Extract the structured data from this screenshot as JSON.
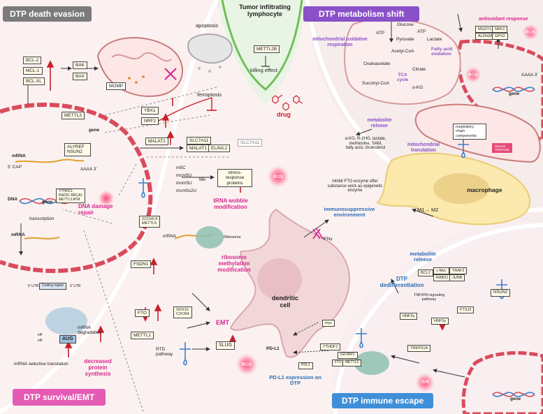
{
  "headers": {
    "death_evasion": "DTP death evasion",
    "metabolism_shift": "DTP metabolism shift",
    "survival_emt": "DTP survival/EMT",
    "immune_escape": "DTP immune escape"
  },
  "colors": {
    "header_gray": "#7b7b7b",
    "header_purple": "#8a50c8",
    "header_pink": "#e45bb3",
    "header_blue": "#3f8fd8",
    "accent_pink": "#d6268c",
    "accent_blue": "#2b6cb8",
    "arrow_red": "#c8202a",
    "ros_glow": "#ff5a8a"
  },
  "death_evasion": {
    "bcl_boxes": [
      "BCL-2",
      "MCL-1",
      "BCL-XL"
    ],
    "bak_bax": [
      "BAK",
      "BAX"
    ],
    "momp": "MOMP",
    "apoptosis": "apoptosis",
    "ferroptosis": "ferroptosis"
  },
  "tumor": {
    "title": "Tumor infiltrating lymphocyte",
    "mettl2b": "METTL2B",
    "killing": "killing effect",
    "drug": "drug"
  },
  "nucleus": {
    "mettl3": "METTL3",
    "gene": "gene",
    "alyref": "ALYREF",
    "nsun2": "NSUN2",
    "ybx1": "YBX1",
    "nrf2": "NRF2",
    "malat1": "MALAT1",
    "slc7a11": "SLC7A11",
    "malat1_b": "MALAT1",
    "elavl1": "ELAVL1",
    "slc7a11_ext": "SLC7A11",
    "mrna": "mRNA",
    "cap": "5' CAP",
    "aaaa": "AAAA 3'",
    "dna": "DNA",
    "repair_boxes": "YTHDC1\nRAD51 BRCA1\nMETTL3 ATM",
    "dna_repair": "DNA damage repair",
    "transcription": "transcription",
    "mrna2": "mRNA"
  },
  "trna": {
    "mods": [
      "m5C",
      "mcm5U",
      "mnm5U",
      "mcm5s2U"
    ],
    "me": "Me",
    "stress": "stress-response proteins",
    "label": "tRNA wobble modification",
    "ros": "ROS"
  },
  "ribosome": {
    "boxes": "ZCCHC4\nMETTL5",
    "mrna": "mRNA",
    "ribosome": "Ribosome",
    "label": "ribosome methylation modification"
  },
  "translation": {
    "utr5": "5' UTR",
    "coding": "Coding region",
    "utr3": "3' UTR",
    "eif": "eIF",
    "eif2": "eIF",
    "aug": "AUG",
    "degradation": "mRNA degradation",
    "selective": "mRNA selective translation",
    "decreased": "decreased protein synthesis"
  },
  "emt": {
    "fsdn1": "FSDN1",
    "fto": "FTO",
    "sox10": "SOX10\nCXCR4",
    "mettl1": "METTL1",
    "rtd": "RTD pathway",
    "slug": "SLUG",
    "emt": "EMT",
    "ros": "ROS"
  },
  "metabolism": {
    "glucose": "Glucose",
    "atp1": "ATP",
    "atp2": "ATP",
    "pyruvate": "Pyruvate",
    "lactate": "Lactate",
    "acetyl": "Acetyl-CoA",
    "fatty": "Fatty acid oxidation",
    "oxaloacetate": "Oxaloacetate",
    "citrate": "Citrate",
    "tca": "TCA cycle",
    "succinyl": "Succinyl-CoA",
    "akg": "α-KG",
    "mito_resp": "mitochondrial oxidative respiration",
    "antioxidant": "antioxidant response",
    "mgst1": "MGST1",
    "nrf2": "NRF2",
    "aldh3a1": "ALDH3A1",
    "gpx2": "GPX2",
    "ros1": "ROS",
    "ros2": "ROS",
    "gene": "gene",
    "aaaa": "AAAA 3'",
    "respiratory": "respiratory chain components",
    "mito_trans": "mitochondrial translation",
    "mito_labels": "NSUN4\nTRMT61B",
    "metabolite_release": "metabolite release",
    "metabolites": "α-KG, R-2HG, lactate, methionine, SAM, fatty acid, cholesterol",
    "fto_inhibit": "inhibit FTO enzyme offer substance work as epigenetic enzyme"
  },
  "immune": {
    "macrophage": "macrophage",
    "m1m2": "M1→ M2",
    "suppressive": "immunosuppressive environment",
    "ifny": "IFNγ",
    "dendritic": "dendritic cell",
    "metabolite_release2": "metabolite release",
    "bcl2": "BCL2",
    "cmyc": "c-Myc",
    "traf2": "TRAF2",
    "rab31": "RAB31",
    "junb": "JUNB",
    "nsun2": "NSUN2",
    "dedifferentiation": "DTP dedifferentiation",
    "tnf": "TNF/IFN signaling pathway",
    "ftsj3": "FTSJ3",
    "hnf3y": "HNF3γ",
    "hnf3y2": "HNF3γ",
    "myc": "myc",
    "ythdf1": "YTHDF1",
    "pdl1": "PD-L1",
    "pdl1_box": "PDL1",
    "igf2bp1": "IGF2BP1",
    "fto": "FTO",
    "mettl3": "METTL3",
    "trmt61a": "TRMT61A",
    "pdl1_expr": "PD-L1 expression on DTP",
    "isr": "ISR",
    "gene": "gene"
  }
}
